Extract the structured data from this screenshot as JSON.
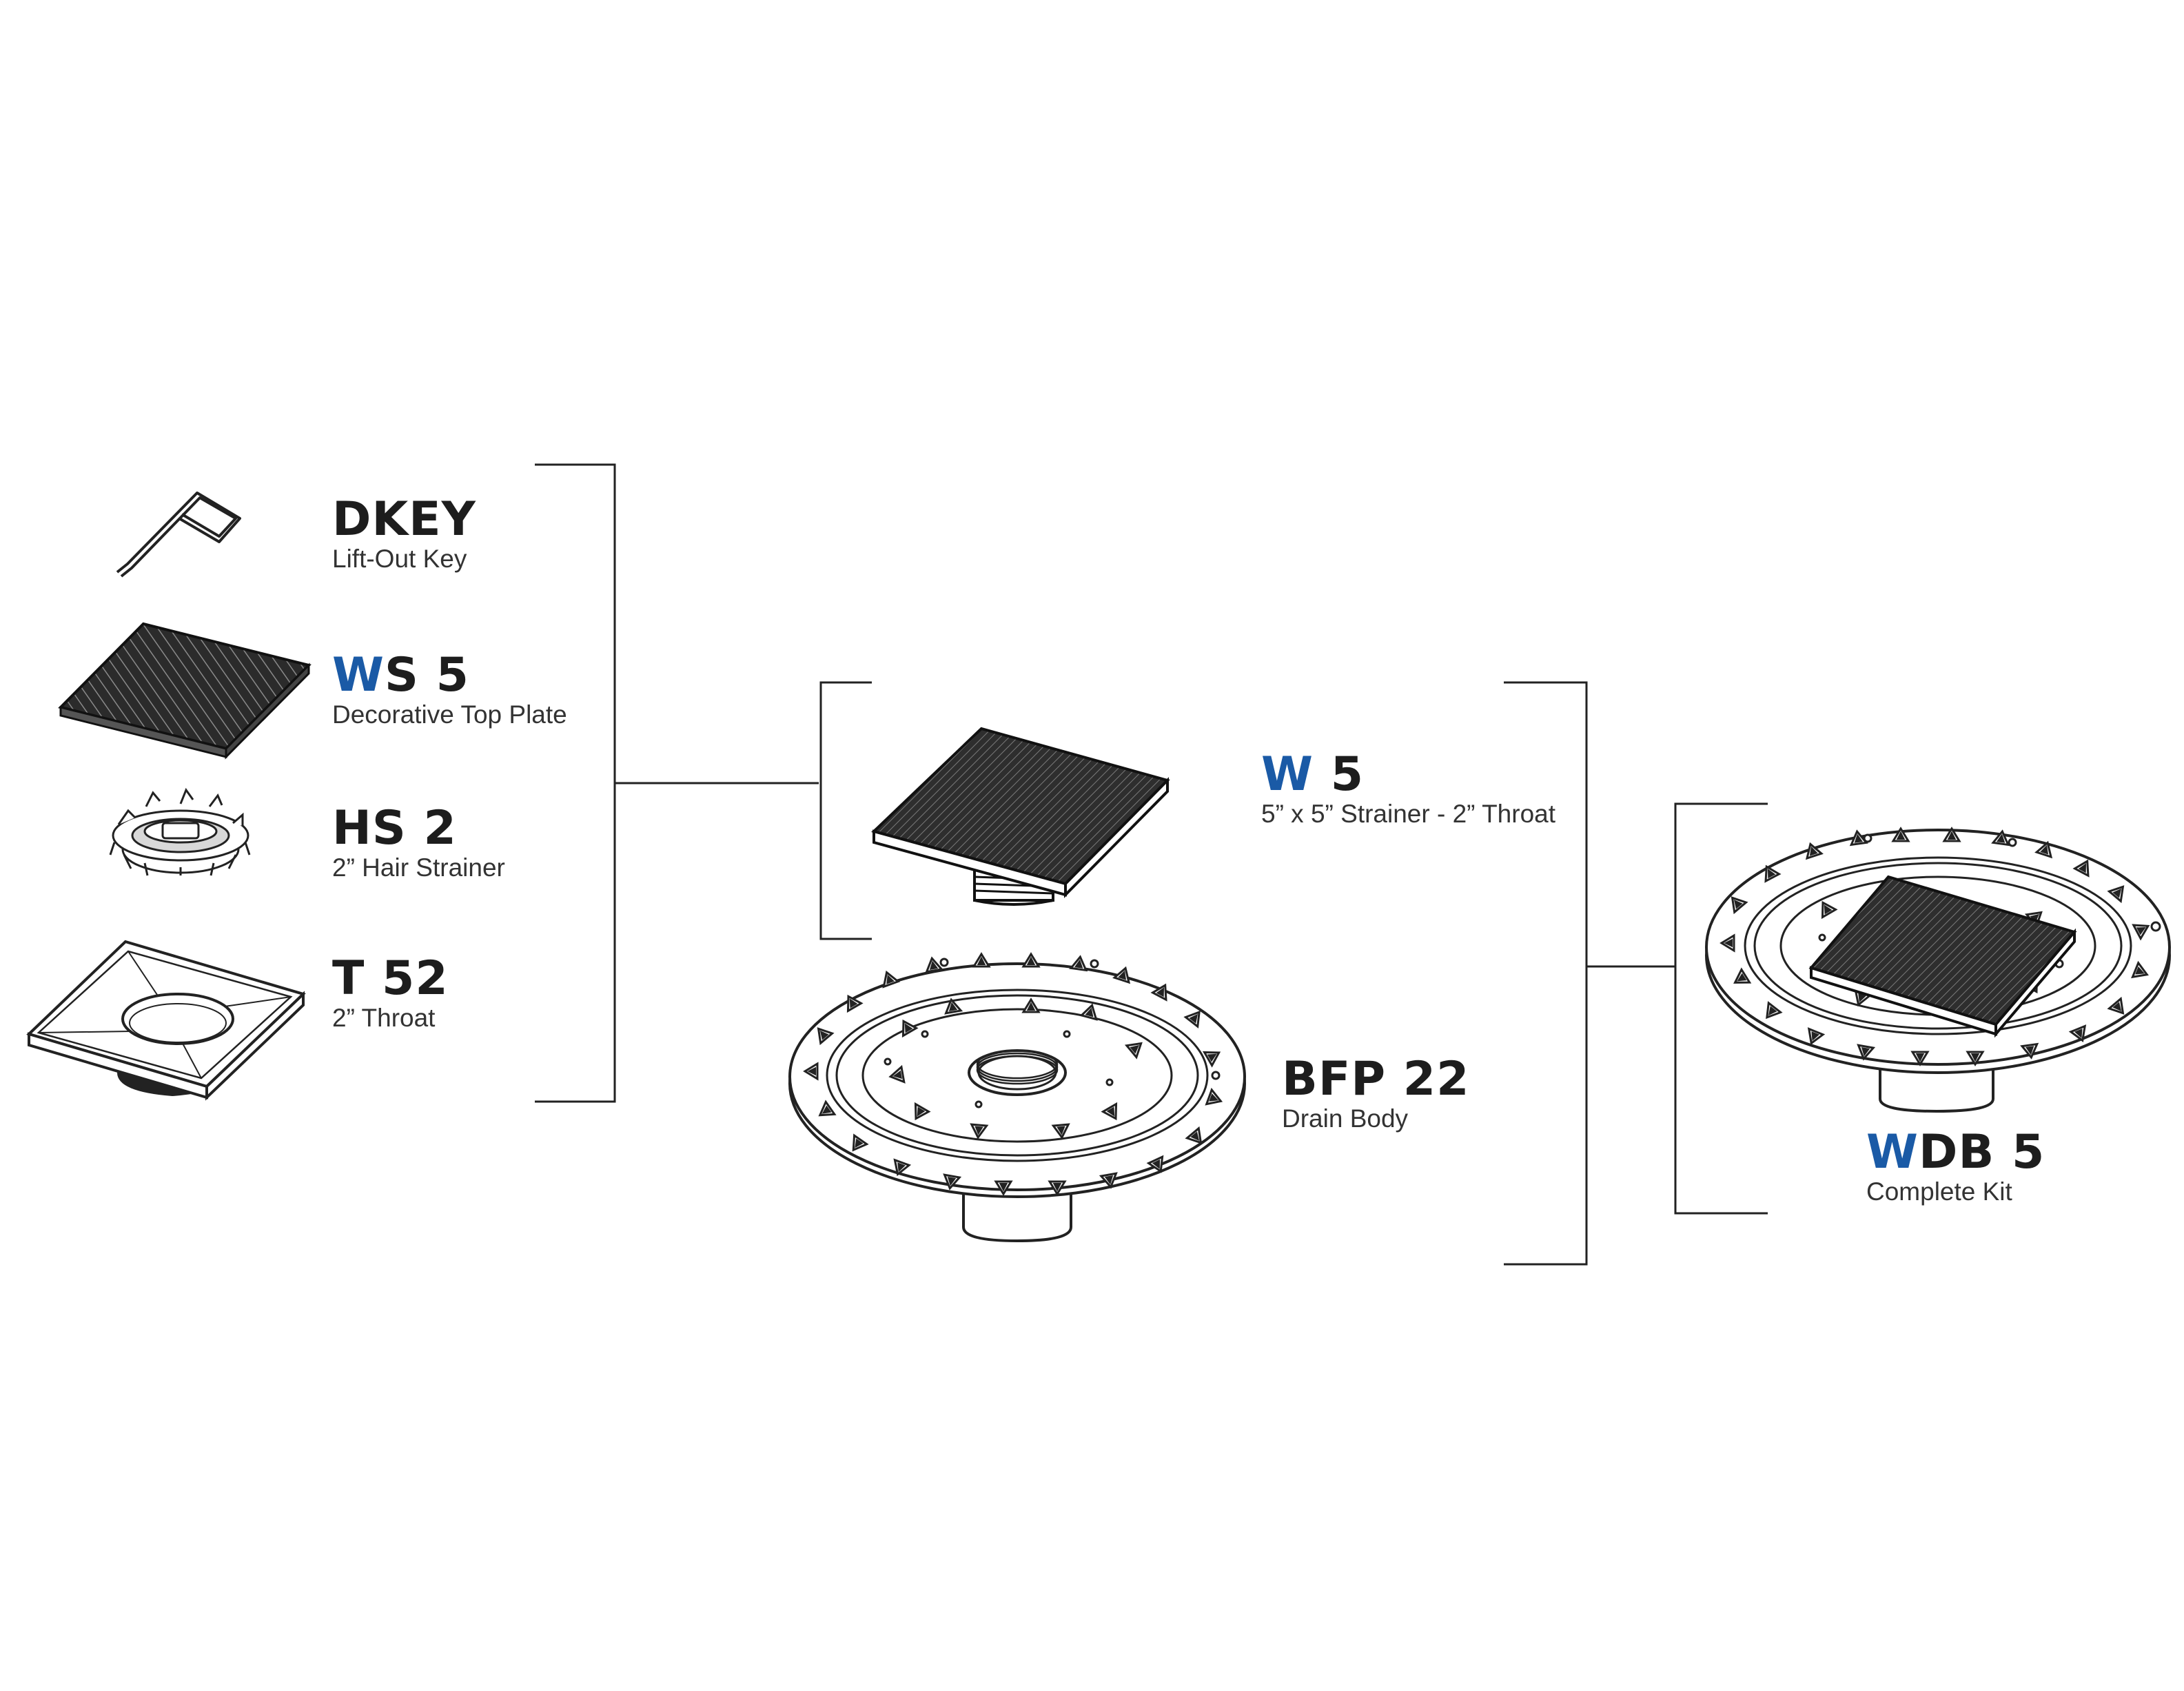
{
  "accent_color": "#1a5aa6",
  "text_color": "#1d1d1d",
  "line_color": "#222222",
  "parts": {
    "dkey": {
      "code_a": "",
      "code_b": "DKEY",
      "desc": "Lift-Out Key",
      "icon": "lift-out-key-icon"
    },
    "ws5": {
      "code_a": "W",
      "code_b": "S 5",
      "desc": "Decorative Top Plate",
      "icon": "top-plate-icon"
    },
    "hs2": {
      "code_a": "",
      "code_b": "HS 2",
      "desc": "2” Hair Strainer",
      "icon": "hair-strainer-icon"
    },
    "t52": {
      "code_a": "",
      "code_b": "T 52",
      "desc": "2” Throat",
      "icon": "throat-icon"
    },
    "w5": {
      "code_a": "W",
      "code_b": " 5",
      "desc": "5” x 5” Strainer - 2” Throat",
      "icon": "strainer-assembly-icon"
    },
    "bfp22": {
      "code_a": "",
      "code_b": "BFP 22",
      "desc": "Drain Body",
      "icon": "drain-body-icon"
    },
    "wdb5": {
      "code_a": "W",
      "code_b": "DB 5",
      "desc": "Complete Kit",
      "icon": "complete-kit-icon"
    }
  }
}
